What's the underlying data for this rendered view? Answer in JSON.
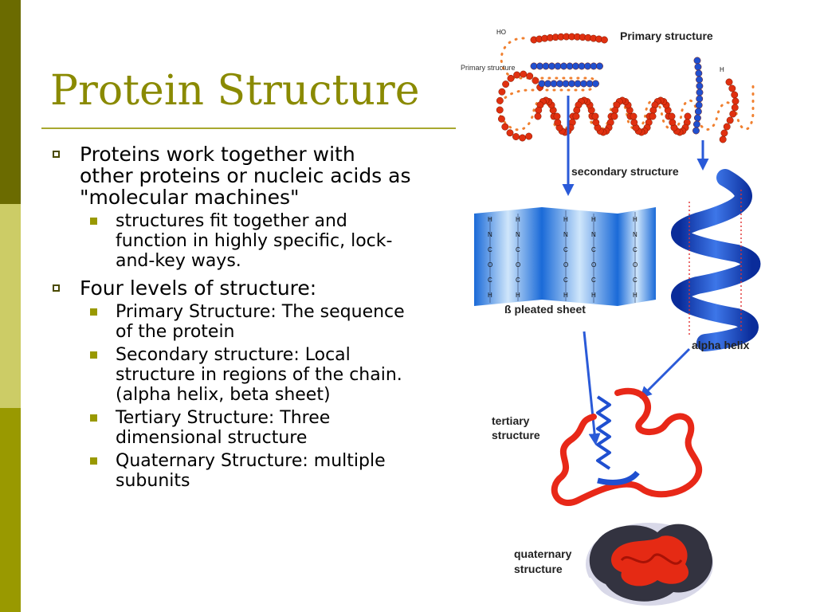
{
  "slide": {
    "title": "Protein Structure",
    "bullets": [
      {
        "text": "Proteins work together with other proteins or nucleic acids as \"molecular machines\"",
        "sub": [
          "structures fit together and function in highly specific, lock-and-key ways."
        ]
      },
      {
        "text": "Four levels of structure:",
        "sub": [
          "Primary Structure: The sequence of the protein",
          "Secondary structure: Local structure in regions of the chain. (alpha helix, beta sheet)",
          "Tertiary Structure: Three dimensional structure",
          "Quaternary Structure: multiple subunits"
        ]
      }
    ]
  },
  "figure": {
    "labels": {
      "primary": "Primary structure",
      "primary_side": "Primary structure",
      "secondary": "secondary structure",
      "beta": "ß pleated sheet",
      "alpha": "alpha helix",
      "tertiary": "tertiary structure",
      "quaternary": "quaternary structure",
      "cooh": "HO",
      "nh2": "H"
    }
  },
  "colors": {
    "accent": "#8a8a00",
    "bar_dark": "#6b6b00",
    "bar_light": "#cccc66",
    "bar_mid": "#999900",
    "bead_red": "#e03010",
    "bead_blue": "#2050d0",
    "arrow_blue": "#2a5ad8"
  }
}
